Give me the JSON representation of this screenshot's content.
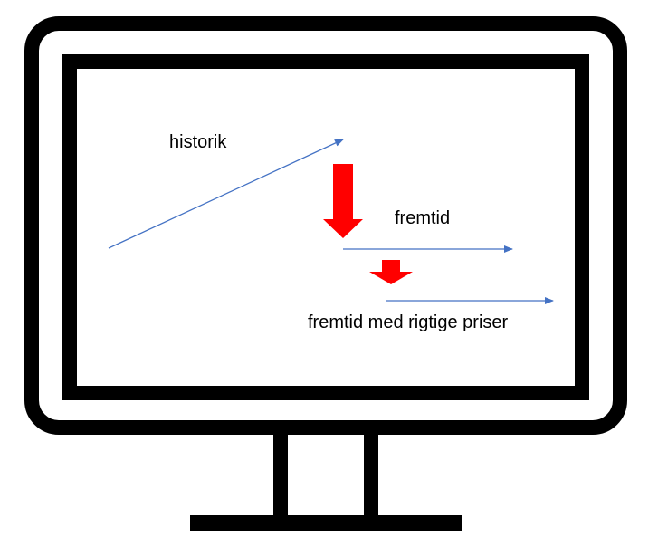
{
  "labels": {
    "historik": "historik",
    "fremtid": "fremtid",
    "fremtid_rigtige": "fremtid med rigtige priser"
  },
  "colors": {
    "monitor": "#000000",
    "arrow_line": "#4472c4",
    "down_arrow": "#ff0000",
    "background": "#ffffff"
  },
  "icons": {
    "monitor": "monitor-icon",
    "trend_arrow": "arrow-right-icon",
    "shift_arrow": "arrow-down-icon"
  }
}
